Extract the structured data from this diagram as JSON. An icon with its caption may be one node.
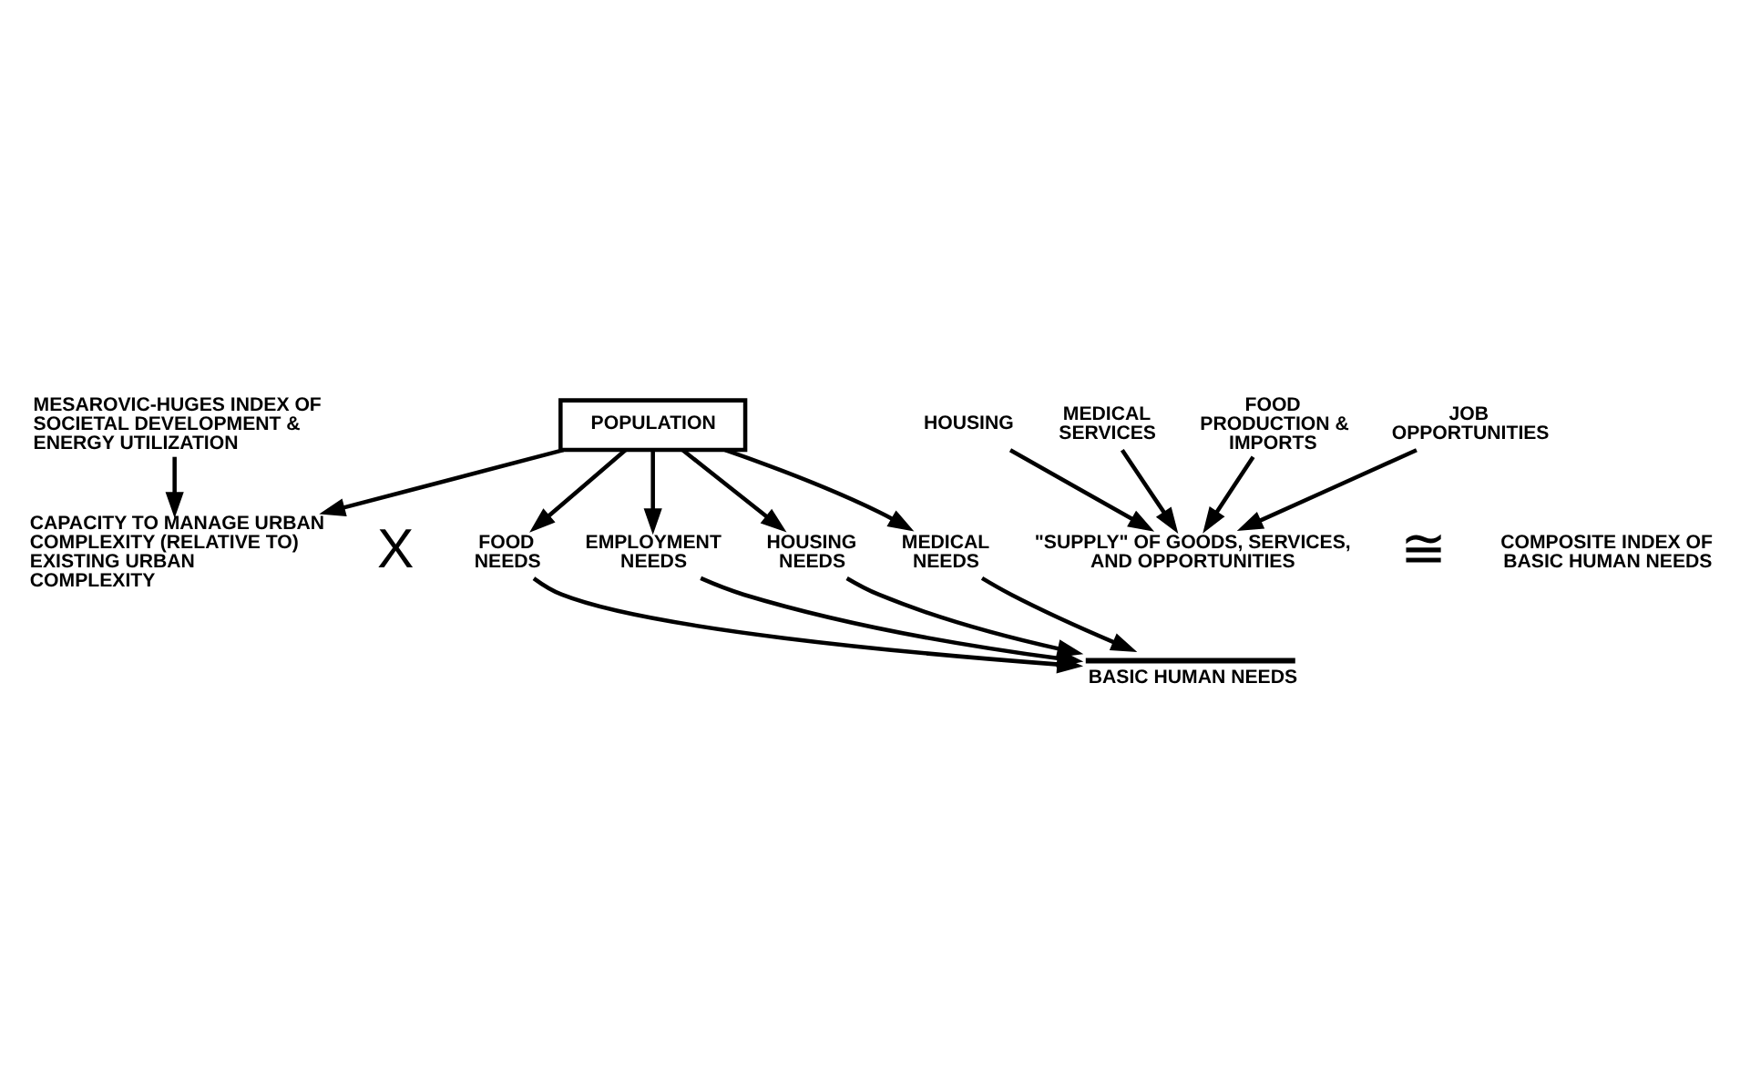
{
  "diagram": {
    "nodes": [
      {
        "text": [
          "MESAROVIC-HUGES INDEX OF SOCIETAL DEVELOPMENT & ENERGY UTILIZATION"
        ]
      },
      {
        "text": [
          "HOUSING"
        ]
      },
      {
        "text": [
          "MEDICAL SERVICES"
        ]
      },
      {
        "text": [
          "FOOD PRODUCTION & IMPORTS"
        ]
      },
      {
        "text": [
          "JOB OPPORTUNITIES"
        ]
      },
      {
        "text": [
          "CAPACITY TO MANAGE URBAN COMPLEXITY (RELATIVE TO) EXISTING URBAN COMPLEXITY"
        ]
      },
      {
        "text": [
          "\"SUPPLY\" OF GOODS, SERVICES, AND OPPORTUNITIES"
        ]
      },
      {
        "text": [
          "BASIC HUMAN NEEDS"
        ]
      },
      {
        "text": [
          "COMPOSITE INDEX OF BASIC HUMAN NEEDS"
        ]
      },
      {
        "text": [
          "HOUSING NEEDS"
        ]
      },
      {
        "text": [
          "MEDICAL NEEDS"
        ]
      },
      {
        "text": [
          "FOOD NEEDS"
        ]
      },
      {
        "text": [
          "EMPLOYMENT NEEDS"
        ]
      },
      {
        "text": [
          "POPULATION"
        ]
      }
    ],
    "edges": [
      {
        "from": 0,
        "to": 5,
        "arrow": "to"
      },
      {
        "from": 1,
        "to": 6,
        "arrow": "to"
      },
      {
        "from": 2,
        "to": 6,
        "arrow": "to"
      },
      {
        "from": 3,
        "to": 6,
        "arrow": "to"
      },
      {
        "from": 4,
        "to": 6,
        "arrow": "to"
      },
      {
        "from": 9,
        "to": 7,
        "arrow": "to"
      },
      {
        "from": 10,
        "to": 7,
        "arrow": "to"
      },
      {
        "from": 11,
        "to": 7,
        "arrow": "to"
      },
      {
        "from": 12,
        "to": 7,
        "arrow": "to"
      },
      {
        "from": 13,
        "to": 5,
        "arrow": "to"
      },
      {
        "from": 13,
        "to": 9,
        "arrow": "to"
      },
      {
        "from": 13,
        "to": 10,
        "arrow": "to"
      },
      {
        "from": 13,
        "to": 11,
        "arrow": "to"
      },
      {
        "from": 13,
        "to": 12,
        "arrow": "to"
      }
    ],
    "labels": [
      "X",
      "≅"
    ]
  }
}
